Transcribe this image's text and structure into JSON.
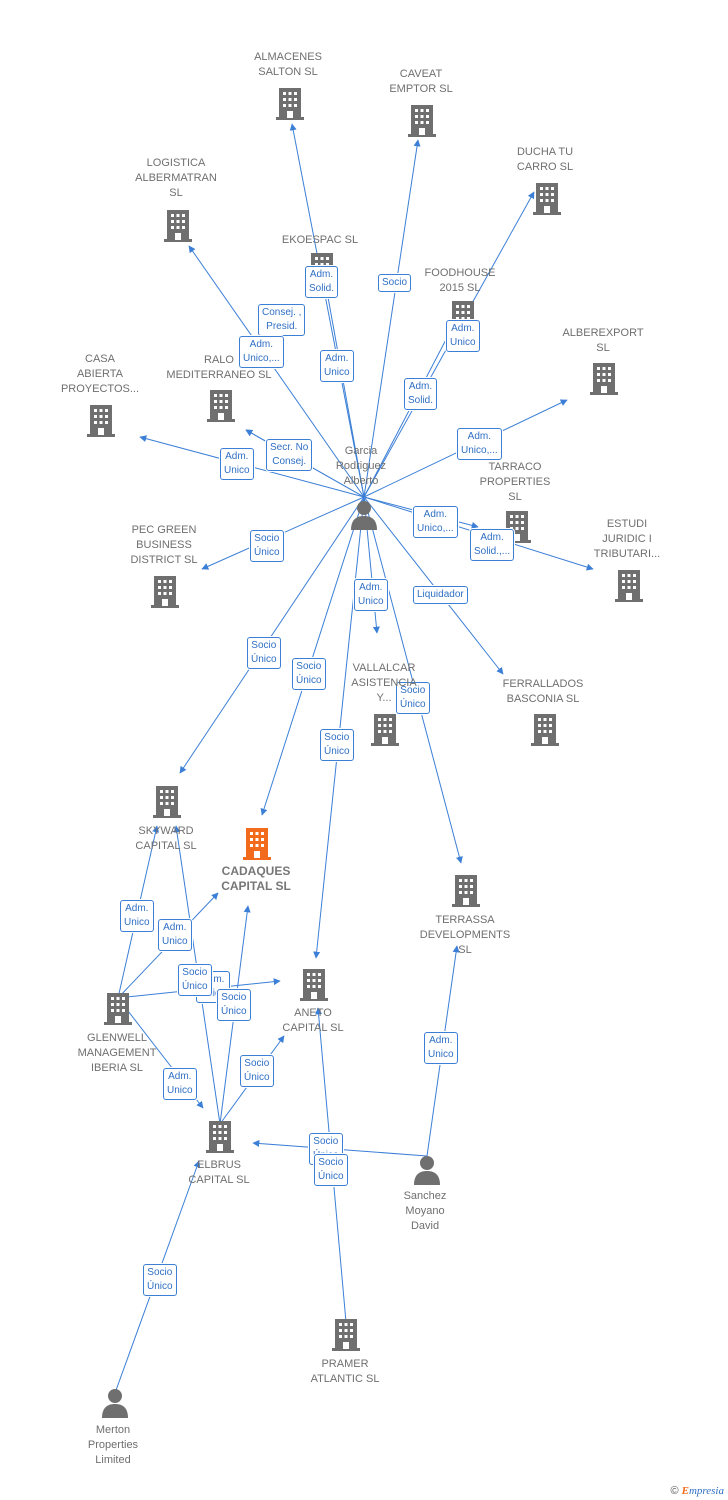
{
  "colors": {
    "edge": "#3b7fd6",
    "company": "#6f6f6f",
    "highlight": "#f26a1b",
    "label_text": "#2f6fc4"
  },
  "nodes": [
    {
      "id": "almacenes",
      "label": "ALMACENES\nSALTON SL",
      "kind": "company"
    },
    {
      "id": "caveat",
      "label": "CAVEAT\nEMPTOR SL",
      "kind": "company"
    },
    {
      "id": "ducha",
      "label": "DUCHA TU\nCARRO SL",
      "kind": "company"
    },
    {
      "id": "logistica",
      "label": "LOGISTICA\nALBERMATRAN\nSL",
      "kind": "company"
    },
    {
      "id": "ekoespac",
      "label": "EKOESPAC SL",
      "kind": "company"
    },
    {
      "id": "foodhouse",
      "label": "FOODHOUSE\n2015 SL",
      "kind": "company"
    },
    {
      "id": "alberexport",
      "label": "ALBEREXPORT\nSL",
      "kind": "company"
    },
    {
      "id": "casa",
      "label": "CASA\nABIERTA\nPROYECTOS...",
      "kind": "company"
    },
    {
      "id": "ralo",
      "label": "RALO\nMEDITERRANEO SL",
      "kind": "company"
    },
    {
      "id": "garcia",
      "label": "Garcia\nRodriguez\nAlberto",
      "kind": "person"
    },
    {
      "id": "tarraco",
      "label": "TARRACO\nPROPERTIES\nSL",
      "kind": "company"
    },
    {
      "id": "estudi",
      "label": "ESTUDI\nJURIDIC I\nTRIBUTARI...",
      "kind": "company"
    },
    {
      "id": "pec",
      "label": "PEC GREEN\nBUSINESS\nDISTRICT SL",
      "kind": "company"
    },
    {
      "id": "vallalcar",
      "label": "VALLALCAR\nASISTENCIA\nY...",
      "kind": "company"
    },
    {
      "id": "ferrallados",
      "label": "FERRALLADOS\nBASCONIA SL",
      "kind": "company"
    },
    {
      "id": "skyward",
      "label": "SKYWARD\nCAPITAL SL",
      "kind": "company"
    },
    {
      "id": "cadaques",
      "label": "CADAQUES\nCAPITAL SL",
      "kind": "highlight"
    },
    {
      "id": "terrassa",
      "label": "TERRASSA\nDEVELOPMENTS\nSL",
      "kind": "company"
    },
    {
      "id": "aneto",
      "label": "ANETO\nCAPITAL SL",
      "kind": "company"
    },
    {
      "id": "glenwell",
      "label": "GLENWELL\nMANAGEMENT\nIBERIA SL",
      "kind": "company"
    },
    {
      "id": "elbrus",
      "label": "ELBRUS\nCAPITAL SL",
      "kind": "company"
    },
    {
      "id": "sanchez",
      "label": "Sanchez\nMoyano\nDavid",
      "kind": "person"
    },
    {
      "id": "pramer",
      "label": "PRAMER\nATLANTIC SL",
      "kind": "company"
    },
    {
      "id": "merton",
      "label": "Merton\nProperties\nLimited",
      "kind": "person"
    }
  ],
  "edges": [
    {
      "from": "garcia",
      "to": "almacenes",
      "label": "Adm.\nSolid."
    },
    {
      "from": "garcia",
      "to": "caveat",
      "label": "Socio"
    },
    {
      "from": "garcia",
      "to": "ducha",
      "label": "Adm.\nSolid."
    },
    {
      "from": "garcia",
      "to": "logistica",
      "label": "Consej. ,\nPresid."
    },
    {
      "from": "garcia",
      "to": "ekoespac",
      "label": "Adm.\nUnico"
    },
    {
      "from": "garcia",
      "to": "foodhouse",
      "label": "Adm.\nUnico"
    },
    {
      "from": "garcia",
      "to": "alberexport",
      "label": "Adm.\nUnico,..."
    },
    {
      "from": "garcia",
      "to": "casa",
      "label": "Adm.\nUnico"
    },
    {
      "from": "garcia",
      "to": "ralo",
      "label": "Secr. No\nConsej."
    },
    {
      "from": "garcia",
      "to": "ralo",
      "label": "Adm.\nUnico,..."
    },
    {
      "from": "garcia",
      "to": "tarraco",
      "label": "Adm.\nUnico,..."
    },
    {
      "from": "garcia",
      "to": "estudi",
      "label": "Adm.\nSolid.,..."
    },
    {
      "from": "garcia",
      "to": "pec",
      "label": "Socio\nÚnico"
    },
    {
      "from": "garcia",
      "to": "vallalcar",
      "label": "Adm.\nUnico"
    },
    {
      "from": "garcia",
      "to": "ferrallados",
      "label": "Liquidador"
    },
    {
      "from": "garcia",
      "to": "skyward",
      "label": "Socio\nÚnico"
    },
    {
      "from": "garcia",
      "to": "cadaques",
      "label": "Socio\nÚnico"
    },
    {
      "from": "garcia",
      "to": "aneto",
      "label": "Socio\nÚnico"
    },
    {
      "from": "garcia",
      "to": "terrassa",
      "label": "Socio\nÚnico"
    },
    {
      "from": "glenwell",
      "to": "skyward",
      "label": "Adm.\nUnico"
    },
    {
      "from": "glenwell",
      "to": "cadaques",
      "label": "Adm.\nUnico"
    },
    {
      "from": "glenwell",
      "to": "aneto",
      "label": "Adm.\nUnico"
    },
    {
      "from": "glenwell",
      "to": "elbrus",
      "label": "Adm.\nUnico"
    },
    {
      "from": "elbrus",
      "to": "skyward",
      "label": "Socio\nÚnico"
    },
    {
      "from": "elbrus",
      "to": "cadaques",
      "label": "Socio\nÚnico"
    },
    {
      "from": "elbrus",
      "to": "aneto",
      "label": "Socio\nÚnico"
    },
    {
      "from": "sanchez",
      "to": "terrassa",
      "label": "Adm.\nUnico"
    },
    {
      "from": "sanchez",
      "to": "elbrus",
      "label": "Socio\nÚnico"
    },
    {
      "from": "pramer",
      "to": "aneto",
      "label": "Socio\nÚnico"
    },
    {
      "from": "merton",
      "to": "elbrus",
      "label": "Socio\nÚnico"
    }
  ],
  "footer": {
    "copyright": "©",
    "brand_first": "E",
    "brand_rest": "mpresia"
  }
}
